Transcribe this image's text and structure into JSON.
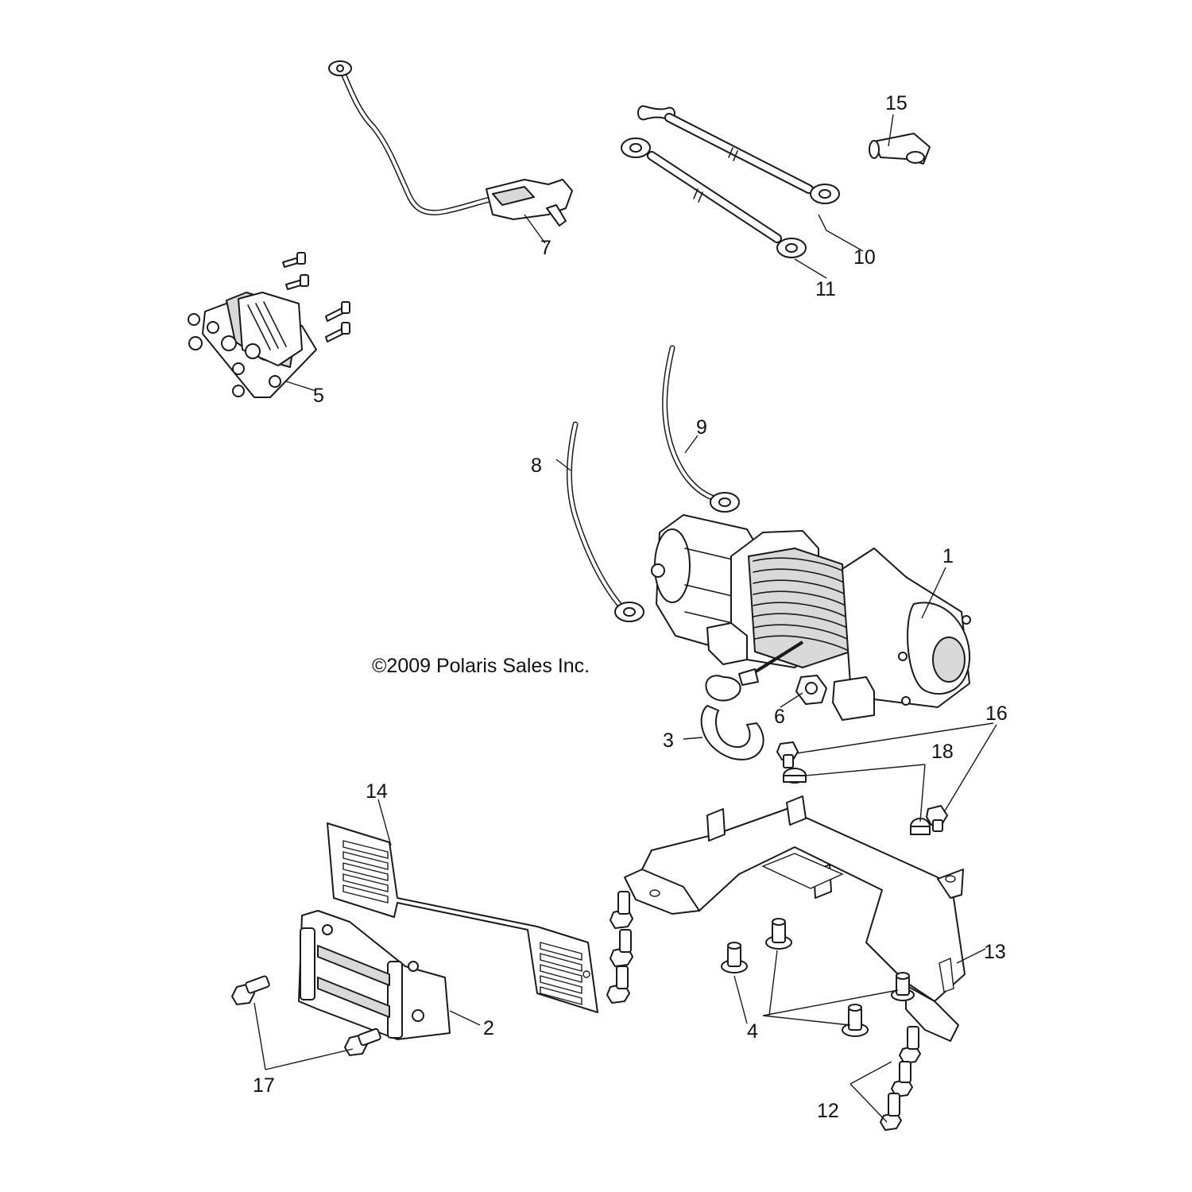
{
  "copyright": "©2009 Polaris Sales Inc.",
  "callouts": [
    "1",
    "2",
    "3",
    "4",
    "5",
    "6",
    "7",
    "8",
    "9",
    "10",
    "11",
    "12",
    "13",
    "14",
    "15",
    "16",
    "17",
    "18"
  ]
}
